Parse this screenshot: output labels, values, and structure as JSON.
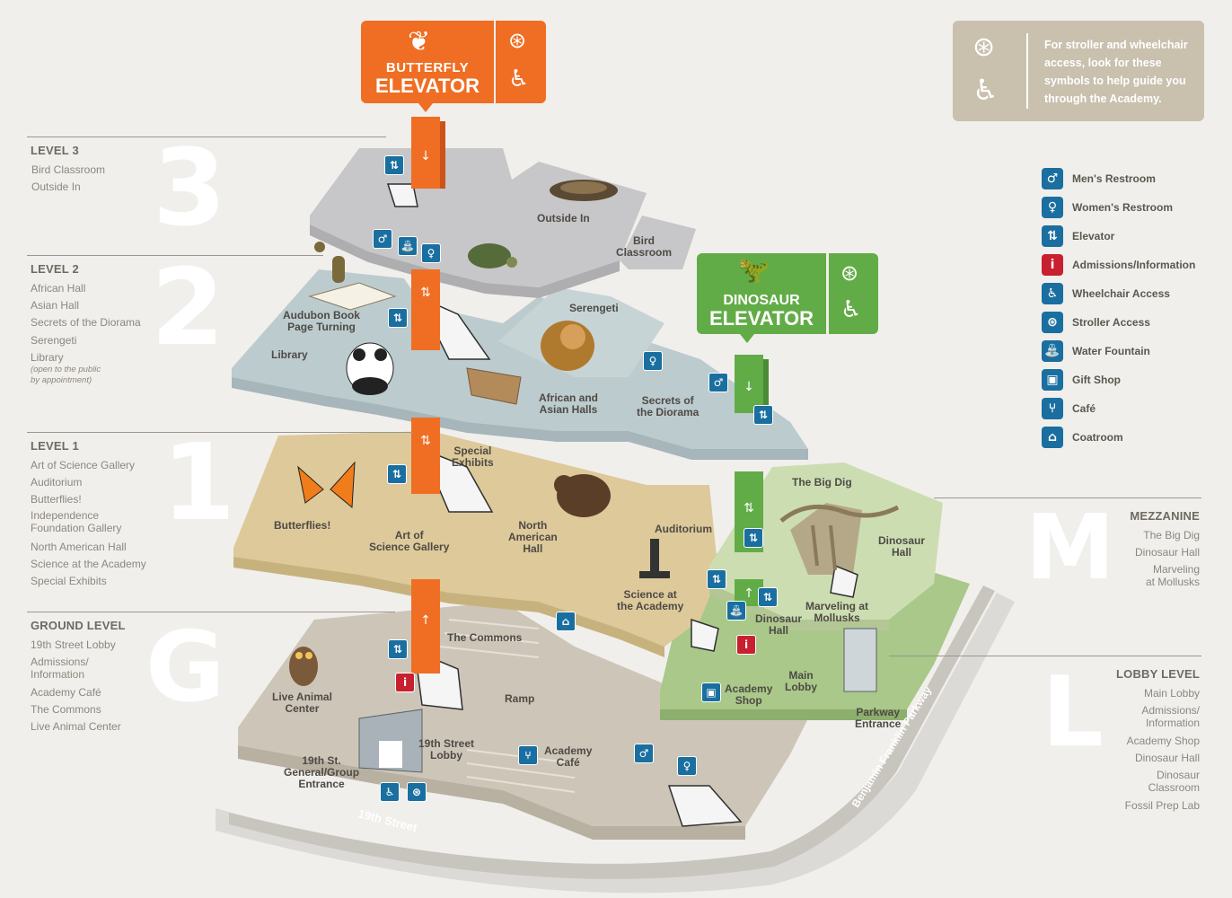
{
  "butterfly_elevator": {
    "line1": "BUTTERFLY",
    "line2": "ELEVATOR",
    "color": "#ef6e23"
  },
  "dinosaur_elevator": {
    "line1": "DINOSAUR",
    "line2": "ELEVATOR",
    "color": "#62ac47"
  },
  "access_note": {
    "text_lines": [
      "For stroller and wheelchair",
      "access, look for these",
      "symbols to help guide you",
      "through the Academy."
    ]
  },
  "levels_left": [
    {
      "title": "LEVEL 3",
      "letter": "3",
      "items": [
        "Bird Classroom",
        "Outside In"
      ]
    },
    {
      "title": "LEVEL 2",
      "letter": "2",
      "items": [
        "African Hall",
        "Asian Hall",
        "Secrets of the Diorama",
        "Serengeti",
        "Library"
      ],
      "note": [
        "(open to the public",
        "by appointment)"
      ]
    },
    {
      "title": "LEVEL 1",
      "letter": "1",
      "items": [
        "Art of Science Gallery",
        "Auditorium",
        "Butterflies!",
        "Independence",
        "Foundation Gallery",
        "North American Hall",
        "Science at the Academy",
        "Special Exhibits"
      ]
    },
    {
      "title": "GROUND LEVEL",
      "letter": "G",
      "items": [
        "19th Street Lobby",
        "Admissions/",
        "Information",
        "Academy Café",
        "The Commons",
        "Live Animal Center"
      ]
    }
  ],
  "levels_right": [
    {
      "title": "MEZZANINE",
      "letter": "M",
      "items": [
        "The Big Dig",
        "Dinosaur Hall",
        "Marveling",
        "at Mollusks"
      ]
    },
    {
      "title": "LOBBY LEVEL",
      "letter": "L",
      "items": [
        "Main Lobby",
        "Admissions/",
        "Information",
        "Academy Shop",
        "Dinosaur Hall",
        "Dinosaur",
        "Classroom",
        "Fossil Prep Lab"
      ]
    }
  ],
  "legend": [
    {
      "icon": "mens-restroom-icon",
      "glyph": "♂",
      "label": "Men's Restroom",
      "color": "#1a6fa0"
    },
    {
      "icon": "womens-restroom-icon",
      "glyph": "♀",
      "label": "Women's Restroom",
      "color": "#1a6fa0"
    },
    {
      "icon": "elevator-icon",
      "glyph": "⇅",
      "label": "Elevator",
      "color": "#1a6fa0"
    },
    {
      "icon": "info-icon",
      "glyph": "i",
      "label": "Admissions/Information",
      "color": "#c8202f"
    },
    {
      "icon": "wheelchair-icon",
      "glyph": "♿",
      "label": "Wheelchair Access",
      "color": "#1a6fa0"
    },
    {
      "icon": "stroller-icon",
      "glyph": "⊛",
      "label": "Stroller Access",
      "color": "#1a6fa0"
    },
    {
      "icon": "water-fountain-icon",
      "glyph": "⛲",
      "label": "Water Fountain",
      "color": "#1a6fa0"
    },
    {
      "icon": "gift-shop-icon",
      "glyph": "▣",
      "label": "Gift Shop",
      "color": "#1a6fa0"
    },
    {
      "icon": "cafe-icon",
      "glyph": "⑂",
      "label": "Café",
      "color": "#1a6fa0"
    },
    {
      "icon": "coatroom-icon",
      "glyph": "⌂",
      "label": "Coatroom",
      "color": "#1a6fa0"
    }
  ],
  "map_labels": {
    "outside_in": "Outside In",
    "bird_classroom": [
      "Bird",
      "Classroom"
    ],
    "audubon": [
      "Audubon Book",
      "Page Turning"
    ],
    "library": "Library",
    "serengeti": "Serengeti",
    "african_asian": [
      "African and",
      "Asian Halls"
    ],
    "secrets": [
      "Secrets of",
      "the Diorama"
    ],
    "special_exhibits": [
      "Special",
      "Exhibits"
    ],
    "butterflies": "Butterflies!",
    "art_science": [
      "Art of",
      "Science Gallery"
    ],
    "north_american": [
      "North",
      "American",
      "Hall"
    ],
    "auditorium": "Auditorium",
    "science_academy": [
      "Science at",
      "the Academy"
    ],
    "big_dig": "The Big Dig",
    "dinosaur_hall_m": [
      "Dinosaur",
      "Hall"
    ],
    "marveling": [
      "Marveling at",
      "Mollusks"
    ],
    "dinosaur_hall_l": [
      "Dinosaur",
      "Hall"
    ],
    "main_lobby": [
      "Main",
      "Lobby"
    ],
    "academy_shop": [
      "Academy",
      "Shop"
    ],
    "parkway_entrance": [
      "Parkway",
      "Entrance"
    ],
    "the_commons": "The Commons",
    "live_animal": [
      "Live Animal",
      "Center"
    ],
    "ramp": "Ramp",
    "nineteenth_lobby": [
      "19th Street",
      "Lobby"
    ],
    "academy_cafe": [
      "Academy",
      "Café"
    ],
    "nineteenth_entrance": [
      "19th St.",
      "General/Group",
      "Entrance"
    ],
    "street_19": "19th Street",
    "parkway": "Benjamin Franklin Parkway"
  },
  "colors": {
    "level3": "#c7c6c8",
    "level2": "#bccbce",
    "level1": "#ddc99a",
    "ground": "#cdc6b8",
    "mezzanine": "#cdddb2",
    "lobby": "#a9c889",
    "accent_blue": "#1a6fa0",
    "accent_red": "#c8202f"
  }
}
